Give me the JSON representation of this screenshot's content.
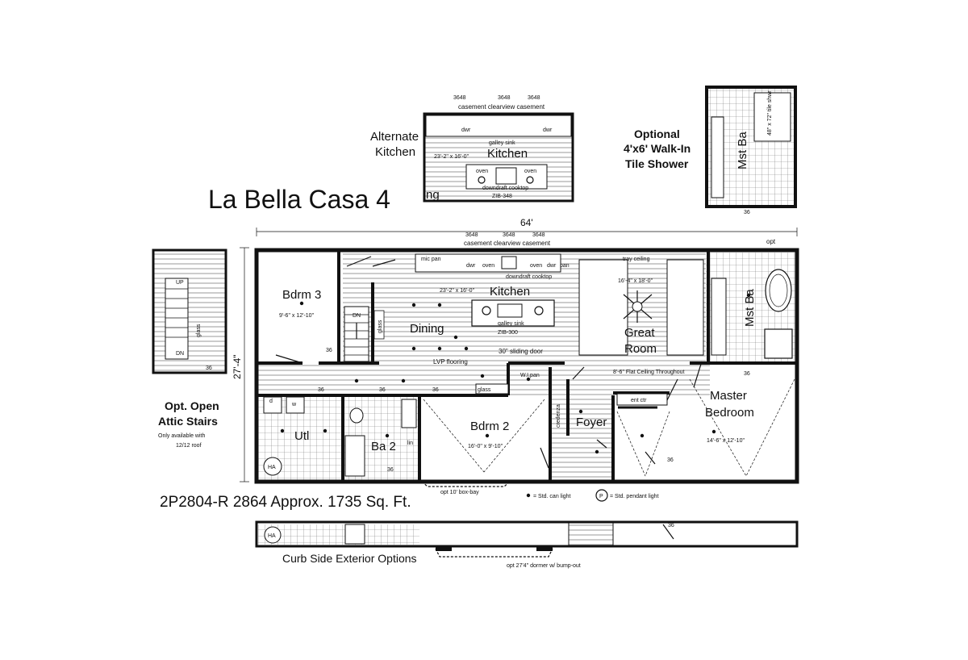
{
  "title": "La Bella Casa 4",
  "model_line": "2P2804-R 2864  Approx. 1735 Sq. Ft.",
  "dimensions": {
    "width": "64'",
    "depth": "27'-4\""
  },
  "window_note": {
    "codes": [
      "3648",
      "3648",
      "3648"
    ],
    "types": "casement clearview casement"
  },
  "rooms": {
    "bdrm3": {
      "name": "Bdrm 3",
      "size": "9'-6\" x 12'-10\""
    },
    "dining": {
      "name": "Dining"
    },
    "kitchen": {
      "name": "Kitchen",
      "size": "23'-2\" x 16'-0\"",
      "island": "ZIB-300",
      "sink": "galley sink",
      "cooktop": "downdraft cooktop"
    },
    "great_room": {
      "name": "Great Room",
      "size": "16'-4\" x 18'-0\"",
      "ceiling": "tray ceiling"
    },
    "mst_ba": {
      "name": "Mst Ba"
    },
    "utl": {
      "name": "Utl"
    },
    "ba2": {
      "name": "Ba 2"
    },
    "bdrm2": {
      "name": "Bdrm 2",
      "size": "16'-0\" x 9'-10\""
    },
    "foyer": {
      "name": "Foyer"
    },
    "master": {
      "name": "Master Bedroom",
      "size": "14'-6\" x 12'-10\""
    }
  },
  "labels": {
    "mic_pan": "mic pan",
    "dwr": "dwr",
    "oven": "oven",
    "pan": "pan",
    "sliding_door": "30\" sliding door",
    "flooring": "LVP flooring",
    "ceiling_note": "8'-6\" Flat Ceiling Throughout",
    "wi_pan": "W.I.pan",
    "ent_ctr": "ent ctr",
    "credenza": "credenza",
    "glass": "glass",
    "dn": "DN",
    "up": "UP",
    "opt": "opt",
    "box_bay": "opt 10' box-bay",
    "dormer": "opt 27'4\" dormer w/ bump-out",
    "door36": "36",
    "lin": "lin",
    "d": "d",
    "w": "w",
    "ha": "HA"
  },
  "alt_kitchen": {
    "label": "Alternate Kitchen",
    "size": "23'-2\" x 16'-0\"",
    "name": "Kitchen",
    "island": "ZIB-348",
    "sink": "galley sink",
    "cooktop": "downdraft cooktop",
    "fragment": "ng"
  },
  "walk_in_shower": {
    "label": "Optional 4'x6' Walk-In Tile Shower",
    "shower": "48\" x 72\" tile shwr",
    "room": "Mst Ba"
  },
  "attic_stairs": {
    "label": "Opt. Open Attic Stairs",
    "note": "Only available with 12/12 roof"
  },
  "curb_side": "Curb Side Exterior Options",
  "legend": {
    "can": "= Std. can light",
    "pendant": "= Std. pendant light",
    "pendant_symbol": "P"
  }
}
